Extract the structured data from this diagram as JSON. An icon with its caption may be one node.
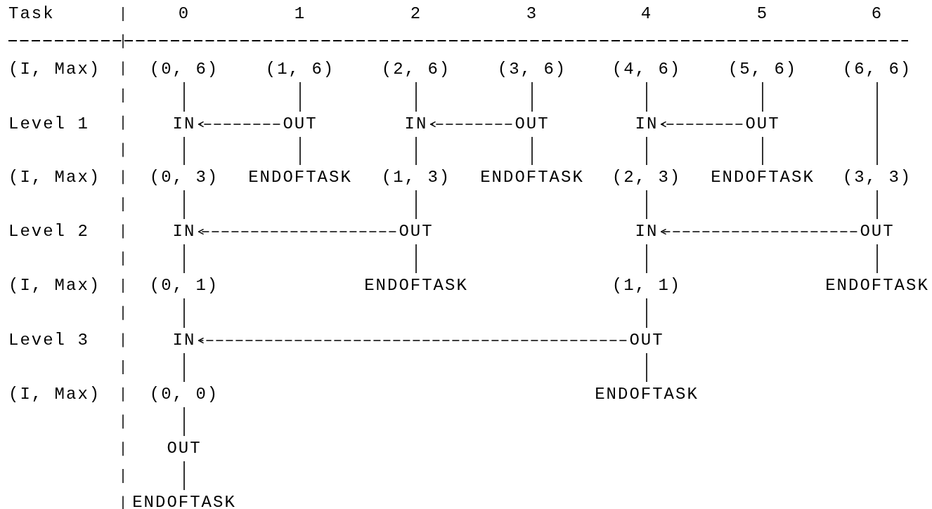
{
  "diagram": {
    "nodes": [
      {
        "text": [
          "(0, 6)"
        ]
      },
      {
        "text": [
          "(1, 6)"
        ]
      },
      {
        "text": [
          "(2, 6)"
        ]
      },
      {
        "text": [
          "(3, 6)"
        ]
      },
      {
        "text": [
          "(4, 6)"
        ]
      },
      {
        "text": [
          "(5, 6)"
        ]
      },
      {
        "text": [
          "(6, 6)"
        ]
      },
      {
        "text": [
          "IN"
        ]
      },
      {
        "text": [
          "OUT"
        ]
      },
      {
        "text": [
          "IN"
        ]
      },
      {
        "text": [
          "OUT"
        ]
      },
      {
        "text": [
          "IN"
        ]
      },
      {
        "text": [
          "OUT"
        ]
      },
      {
        "text": [
          "(0, 3)"
        ]
      },
      {
        "text": [
          "ENDOFTASK"
        ]
      },
      {
        "text": [
          "(1, 3)"
        ]
      },
      {
        "text": [
          "ENDOFTASK"
        ]
      },
      {
        "text": [
          "(2, 3)"
        ]
      },
      {
        "text": [
          "ENDOFTASK"
        ]
      },
      {
        "text": [
          "(3, 3)"
        ]
      },
      {
        "text": [
          "IN"
        ]
      },
      {
        "text": [
          "OUT"
        ]
      },
      {
        "text": [
          "IN"
        ]
      },
      {
        "text": [
          "OUT"
        ]
      },
      {
        "text": [
          "(0, 1)"
        ]
      },
      {
        "text": [
          "ENDOFTASK"
        ]
      },
      {
        "text": [
          "(1, 1)"
        ]
      },
      {
        "text": [
          "ENDOFTASK"
        ]
      },
      {
        "text": [
          "IN"
        ]
      },
      {
        "text": [
          "OUT"
        ]
      },
      {
        "text": [
          "(0, 0)"
        ]
      },
      {
        "text": [
          "ENDOFTASK"
        ]
      },
      {
        "text": [
          "OUT"
        ]
      },
      {
        "text": [
          "ENDOFTASK"
        ]
      }
    ],
    "edges": [
      {
        "from": 0,
        "to": 7,
        "arrow": "none"
      },
      {
        "from": 1,
        "to": 8,
        "arrow": "none"
      },
      {
        "from": 2,
        "to": 9,
        "arrow": "none"
      },
      {
        "from": 3,
        "to": 10,
        "arrow": "none"
      },
      {
        "from": 4,
        "to": 11,
        "arrow": "none"
      },
      {
        "from": 5,
        "to": 12,
        "arrow": "none"
      },
      {
        "from": 6,
        "to": 19,
        "arrow": "none"
      },
      {
        "from": 8,
        "to": 7,
        "arrow": "to",
        "style": "dashed"
      },
      {
        "from": 10,
        "to": 9,
        "arrow": "to",
        "style": "dashed"
      },
      {
        "from": 12,
        "to": 11,
        "arrow": "to",
        "style": "dashed"
      },
      {
        "from": 7,
        "to": 13,
        "arrow": "none"
      },
      {
        "from": 8,
        "to": 14,
        "arrow": "none"
      },
      {
        "from": 9,
        "to": 15,
        "arrow": "none"
      },
      {
        "from": 10,
        "to": 16,
        "arrow": "none"
      },
      {
        "from": 11,
        "to": 17,
        "arrow": "none"
      },
      {
        "from": 12,
        "to": 18,
        "arrow": "none"
      },
      {
        "from": 13,
        "to": 20,
        "arrow": "none"
      },
      {
        "from": 15,
        "to": 21,
        "arrow": "none"
      },
      {
        "from": 17,
        "to": 22,
        "arrow": "none"
      },
      {
        "from": 19,
        "to": 23,
        "arrow": "none"
      },
      {
        "from": 21,
        "to": 20,
        "arrow": "to",
        "style": "dashed"
      },
      {
        "from": 23,
        "to": 22,
        "arrow": "to",
        "style": "dashed"
      },
      {
        "from": 20,
        "to": 24,
        "arrow": "none"
      },
      {
        "from": 21,
        "to": 25,
        "arrow": "none"
      },
      {
        "from": 22,
        "to": 26,
        "arrow": "none"
      },
      {
        "from": 23,
        "to": 27,
        "arrow": "none"
      },
      {
        "from": 24,
        "to": 28,
        "arrow": "none"
      },
      {
        "from": 26,
        "to": 29,
        "arrow": "none"
      },
      {
        "from": 29,
        "to": 28,
        "arrow": "to",
        "style": "dashed"
      },
      {
        "from": 28,
        "to": 30,
        "arrow": "none"
      },
      {
        "from": 29,
        "to": 31,
        "arrow": "none"
      },
      {
        "from": 30,
        "to": 32,
        "arrow": "none"
      },
      {
        "from": 32,
        "to": 33,
        "arrow": "none"
      }
    ],
    "labels": [
      "Task",
      "0",
      "1",
      "2",
      "3",
      "4",
      "5",
      "6",
      "(I, Max)",
      "Level 1",
      "(I, Max)",
      "Level 2",
      "(I, Max)",
      "Level 3",
      "(I, Max)"
    ]
  }
}
